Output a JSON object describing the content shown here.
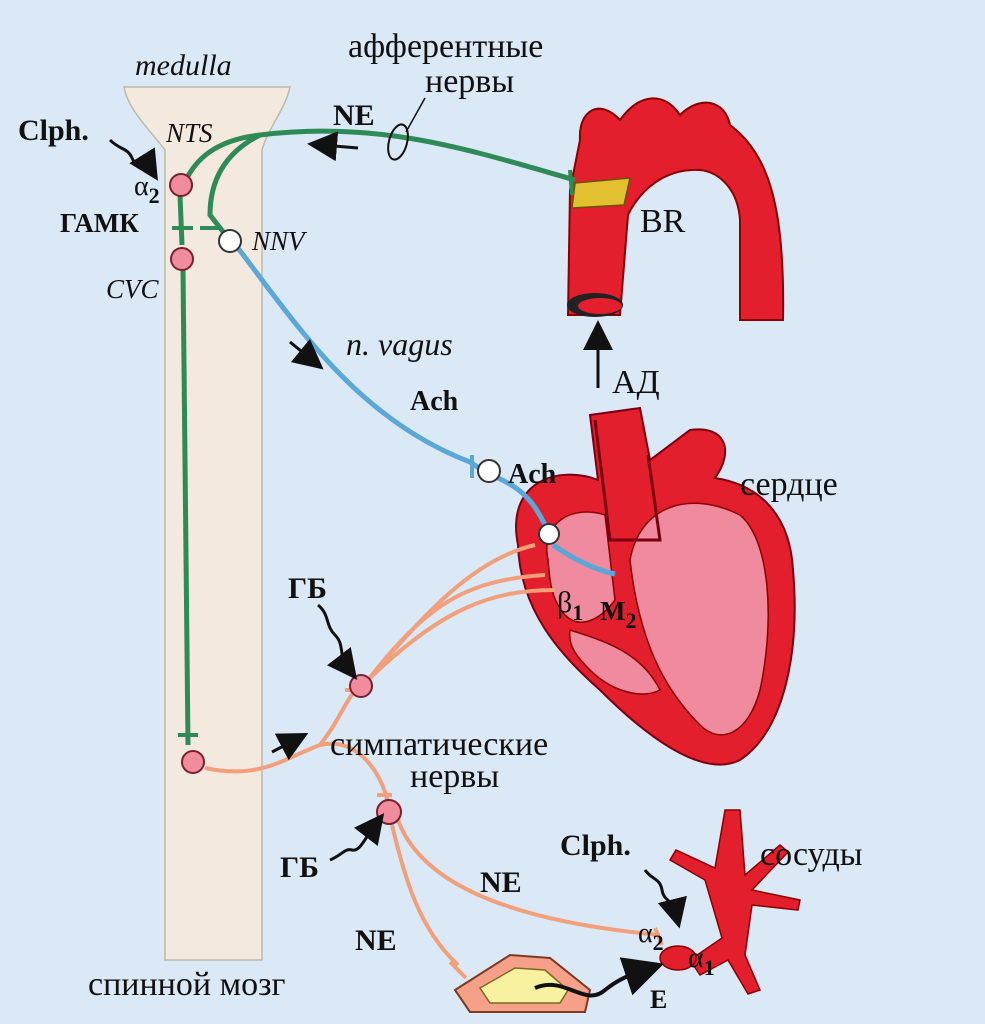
{
  "labels": {
    "medulla": "medulla",
    "afferent_line1": "афферентные",
    "afferent_line2": "нервы",
    "ne_top": "NE",
    "clph_top": "Clph.",
    "nts": "NTS",
    "alpha2_top": "α",
    "alpha2_top_sub": "2",
    "gamk": "ГАМК",
    "nnv": "NNV",
    "cvc": "CVC",
    "br": "BR",
    "n_vagus": "n. vagus",
    "ach_nerve": "Ach",
    "ad": "АД",
    "ach_heart": "Ach",
    "heart": "сердце",
    "beta1": "β",
    "beta1_sub": "1",
    "m2": "M",
    "m2_sub": "2",
    "gb_upper": "ГБ",
    "sympathetic_line1": "симпатические",
    "sympathetic_line2": "нервы",
    "gb_lower": "ГБ",
    "ne_mid": "NE",
    "clph_vessel": "Clph.",
    "vessels": "сосуды",
    "alpha2_vessel": "α",
    "alpha2_vessel_sub": "2",
    "alpha1": "α",
    "alpha1_sub": "1",
    "ne_lower": "NE",
    "e_label": "E",
    "spinal_cord": "спинной мозг"
  },
  "colors": {
    "background": "#dbe8f6",
    "cord": "#f3e9df",
    "green_fiber": "#2e8b57",
    "blue_fiber": "#5aa7d8",
    "orange_fiber": "#f2a07b",
    "aorta_red": "#e31e2d",
    "heart_pink": "#f08a9e",
    "neuron_pink": "#f08c9c",
    "neuron_white": "#ffffff",
    "adrenal_yellow": "#f7f1a0"
  }
}
